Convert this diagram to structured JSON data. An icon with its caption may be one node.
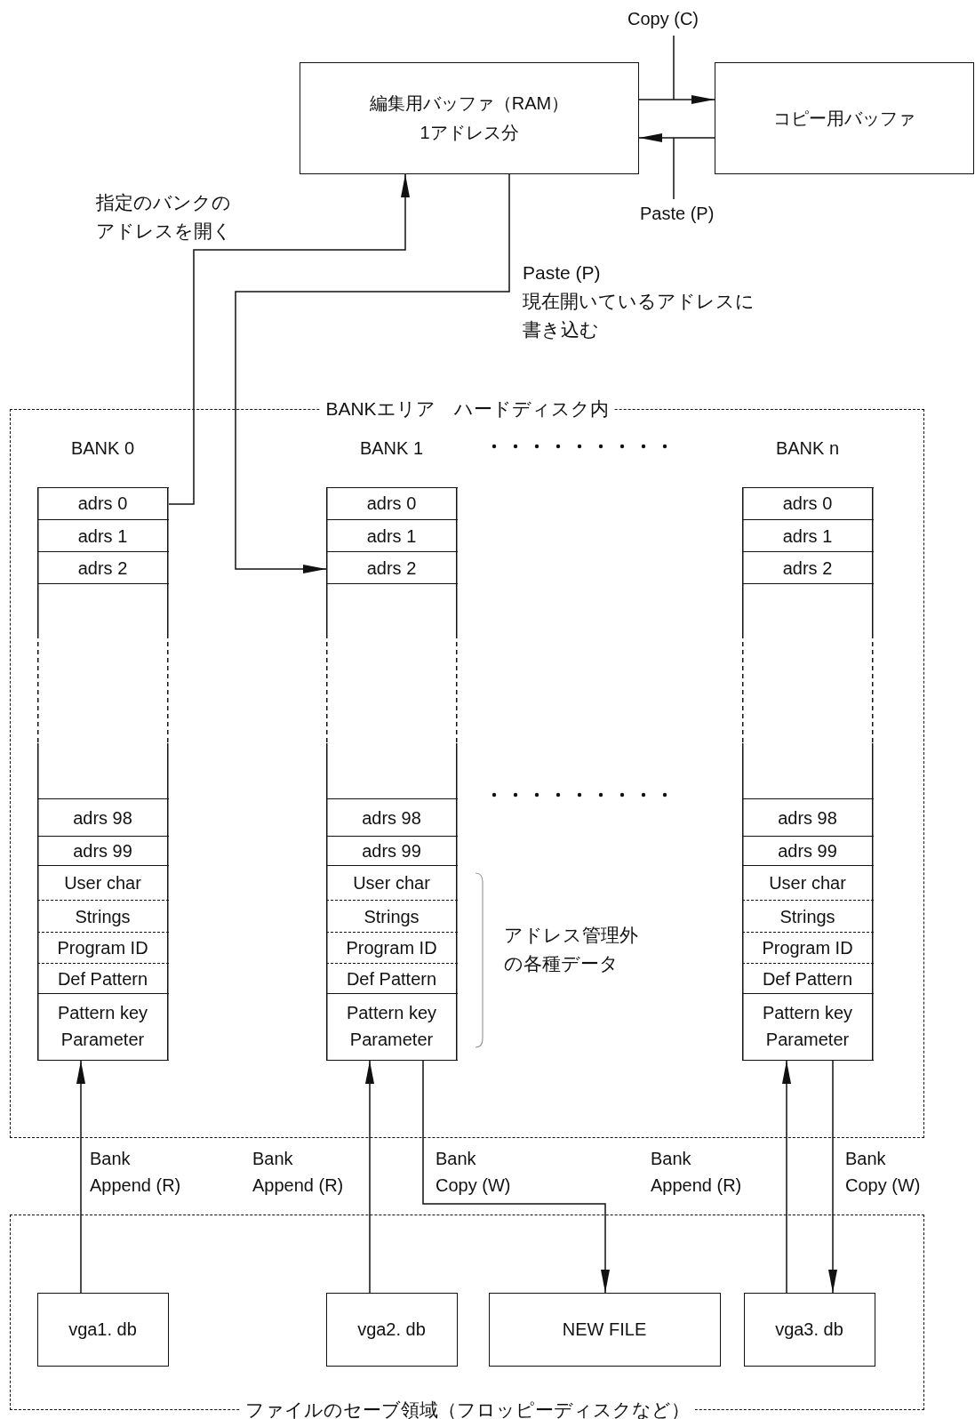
{
  "diagram": {
    "nodes": [
      {
        "text": [
          "編集用バッファ（RAM）",
          "1アドレス分"
        ]
      },
      {
        "text": [
          "コピー用バッファ"
        ]
      },
      {
        "text": [
          "BANKエリア　ハードディスク内"
        ]
      },
      {
        "text": [
          "BANK 0"
        ],
        "in": 2
      },
      {
        "text": [
          "adrs 0"
        ],
        "in": 3
      },
      {
        "text": [
          "adrs 1"
        ],
        "in": 3
      },
      {
        "text": [
          "adrs 2"
        ],
        "in": 3
      },
      {
        "text": [
          "adrs 98"
        ],
        "in": 3
      },
      {
        "text": [
          "adrs 99"
        ],
        "in": 3
      },
      {
        "text": [
          "User char"
        ],
        "in": 3
      },
      {
        "text": [
          "Strings"
        ],
        "in": 3
      },
      {
        "text": [
          "Program ID"
        ],
        "in": 3
      },
      {
        "text": [
          "Def Pattern"
        ],
        "in": 3
      },
      {
        "text": [
          "Pattern key Parameter"
        ],
        "in": 3
      },
      {
        "text": [
          "BANK 1"
        ],
        "in": 2
      },
      {
        "text": [
          "adrs 0"
        ],
        "in": 14
      },
      {
        "text": [
          "adrs 1"
        ],
        "in": 14
      },
      {
        "text": [
          "adrs 2"
        ],
        "in": 14
      },
      {
        "text": [
          "adrs 98"
        ],
        "in": 14
      },
      {
        "text": [
          "adrs 99"
        ],
        "in": 14
      },
      {
        "text": [
          "User char"
        ],
        "in": 14
      },
      {
        "text": [
          "Strings"
        ],
        "in": 14
      },
      {
        "text": [
          "Program ID"
        ],
        "in": 14
      },
      {
        "text": [
          "Def Pattern"
        ],
        "in": 14
      },
      {
        "text": [
          "Pattern key Parameter"
        ],
        "in": 14
      },
      {
        "text": [
          "BANK n"
        ],
        "in": 2
      },
      {
        "text": [
          "adrs 0"
        ],
        "in": 25
      },
      {
        "text": [
          "adrs 1"
        ],
        "in": 25
      },
      {
        "text": [
          "adrs 2"
        ],
        "in": 25
      },
      {
        "text": [
          "adrs 98"
        ],
        "in": 25
      },
      {
        "text": [
          "adrs 99"
        ],
        "in": 25
      },
      {
        "text": [
          "User char"
        ],
        "in": 25
      },
      {
        "text": [
          "Strings"
        ],
        "in": 25
      },
      {
        "text": [
          "Program ID"
        ],
        "in": 25
      },
      {
        "text": [
          "Def Pattern"
        ],
        "in": 25
      },
      {
        "text": [
          "Pattern key Parameter"
        ],
        "in": 25
      },
      {
        "text": [
          "ファイルのセーブ領域（フロッピーディスクなど）"
        ]
      },
      {
        "text": [
          "vga1. db"
        ],
        "in": 36
      },
      {
        "text": [
          "vga2. db"
        ],
        "in": 36
      },
      {
        "text": [
          "NEW FILE"
        ],
        "in": 36
      },
      {
        "text": [
          "vga3. db"
        ],
        "in": 36
      }
    ],
    "edges": [
      {
        "from": 4,
        "to": 0,
        "arrow": "to",
        "label": "指定のバンクのアドレスを開く"
      },
      {
        "from": 0,
        "to": 17,
        "arrow": "to",
        "label": "Paste (P) 現在開いているアドレスに書き込む"
      },
      {
        "from": 0,
        "to": 1,
        "arrow": "to",
        "label": "Copy (C)"
      },
      {
        "from": 1,
        "to": 0,
        "arrow": "to",
        "label": "Paste (P)"
      },
      {
        "from": 37,
        "to": 3,
        "arrow": "to",
        "label": "Bank Append (R)"
      },
      {
        "from": 38,
        "to": 14,
        "arrow": "to",
        "label": "Bank Append (R)"
      },
      {
        "from": 14,
        "to": 39,
        "arrow": "to",
        "label": "Bank Copy (W)"
      },
      {
        "from": 40,
        "to": 25,
        "arrow": "to",
        "label": "Bank Append (R)"
      },
      {
        "from": 25,
        "to": 40,
        "arrow": "to",
        "label": "Bank Copy (W)"
      }
    ],
    "labels": [
      "アドレス管理外の各種データ"
    ]
  }
}
